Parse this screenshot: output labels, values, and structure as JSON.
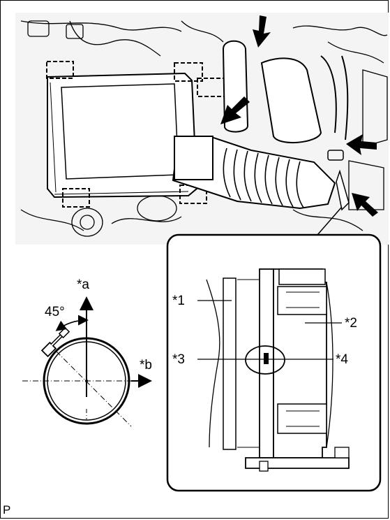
{
  "page_code": "P",
  "clamp_diagram": {
    "angle_label": "45°",
    "axis_a_label": "*a",
    "axis_b_label": "*b"
  },
  "detail": {
    "callouts": [
      "*1",
      "*2",
      "*3",
      "*4"
    ]
  },
  "colors": {
    "line": "#000000",
    "background": "#ffffff",
    "photo_shade": "#d8d8d8"
  }
}
